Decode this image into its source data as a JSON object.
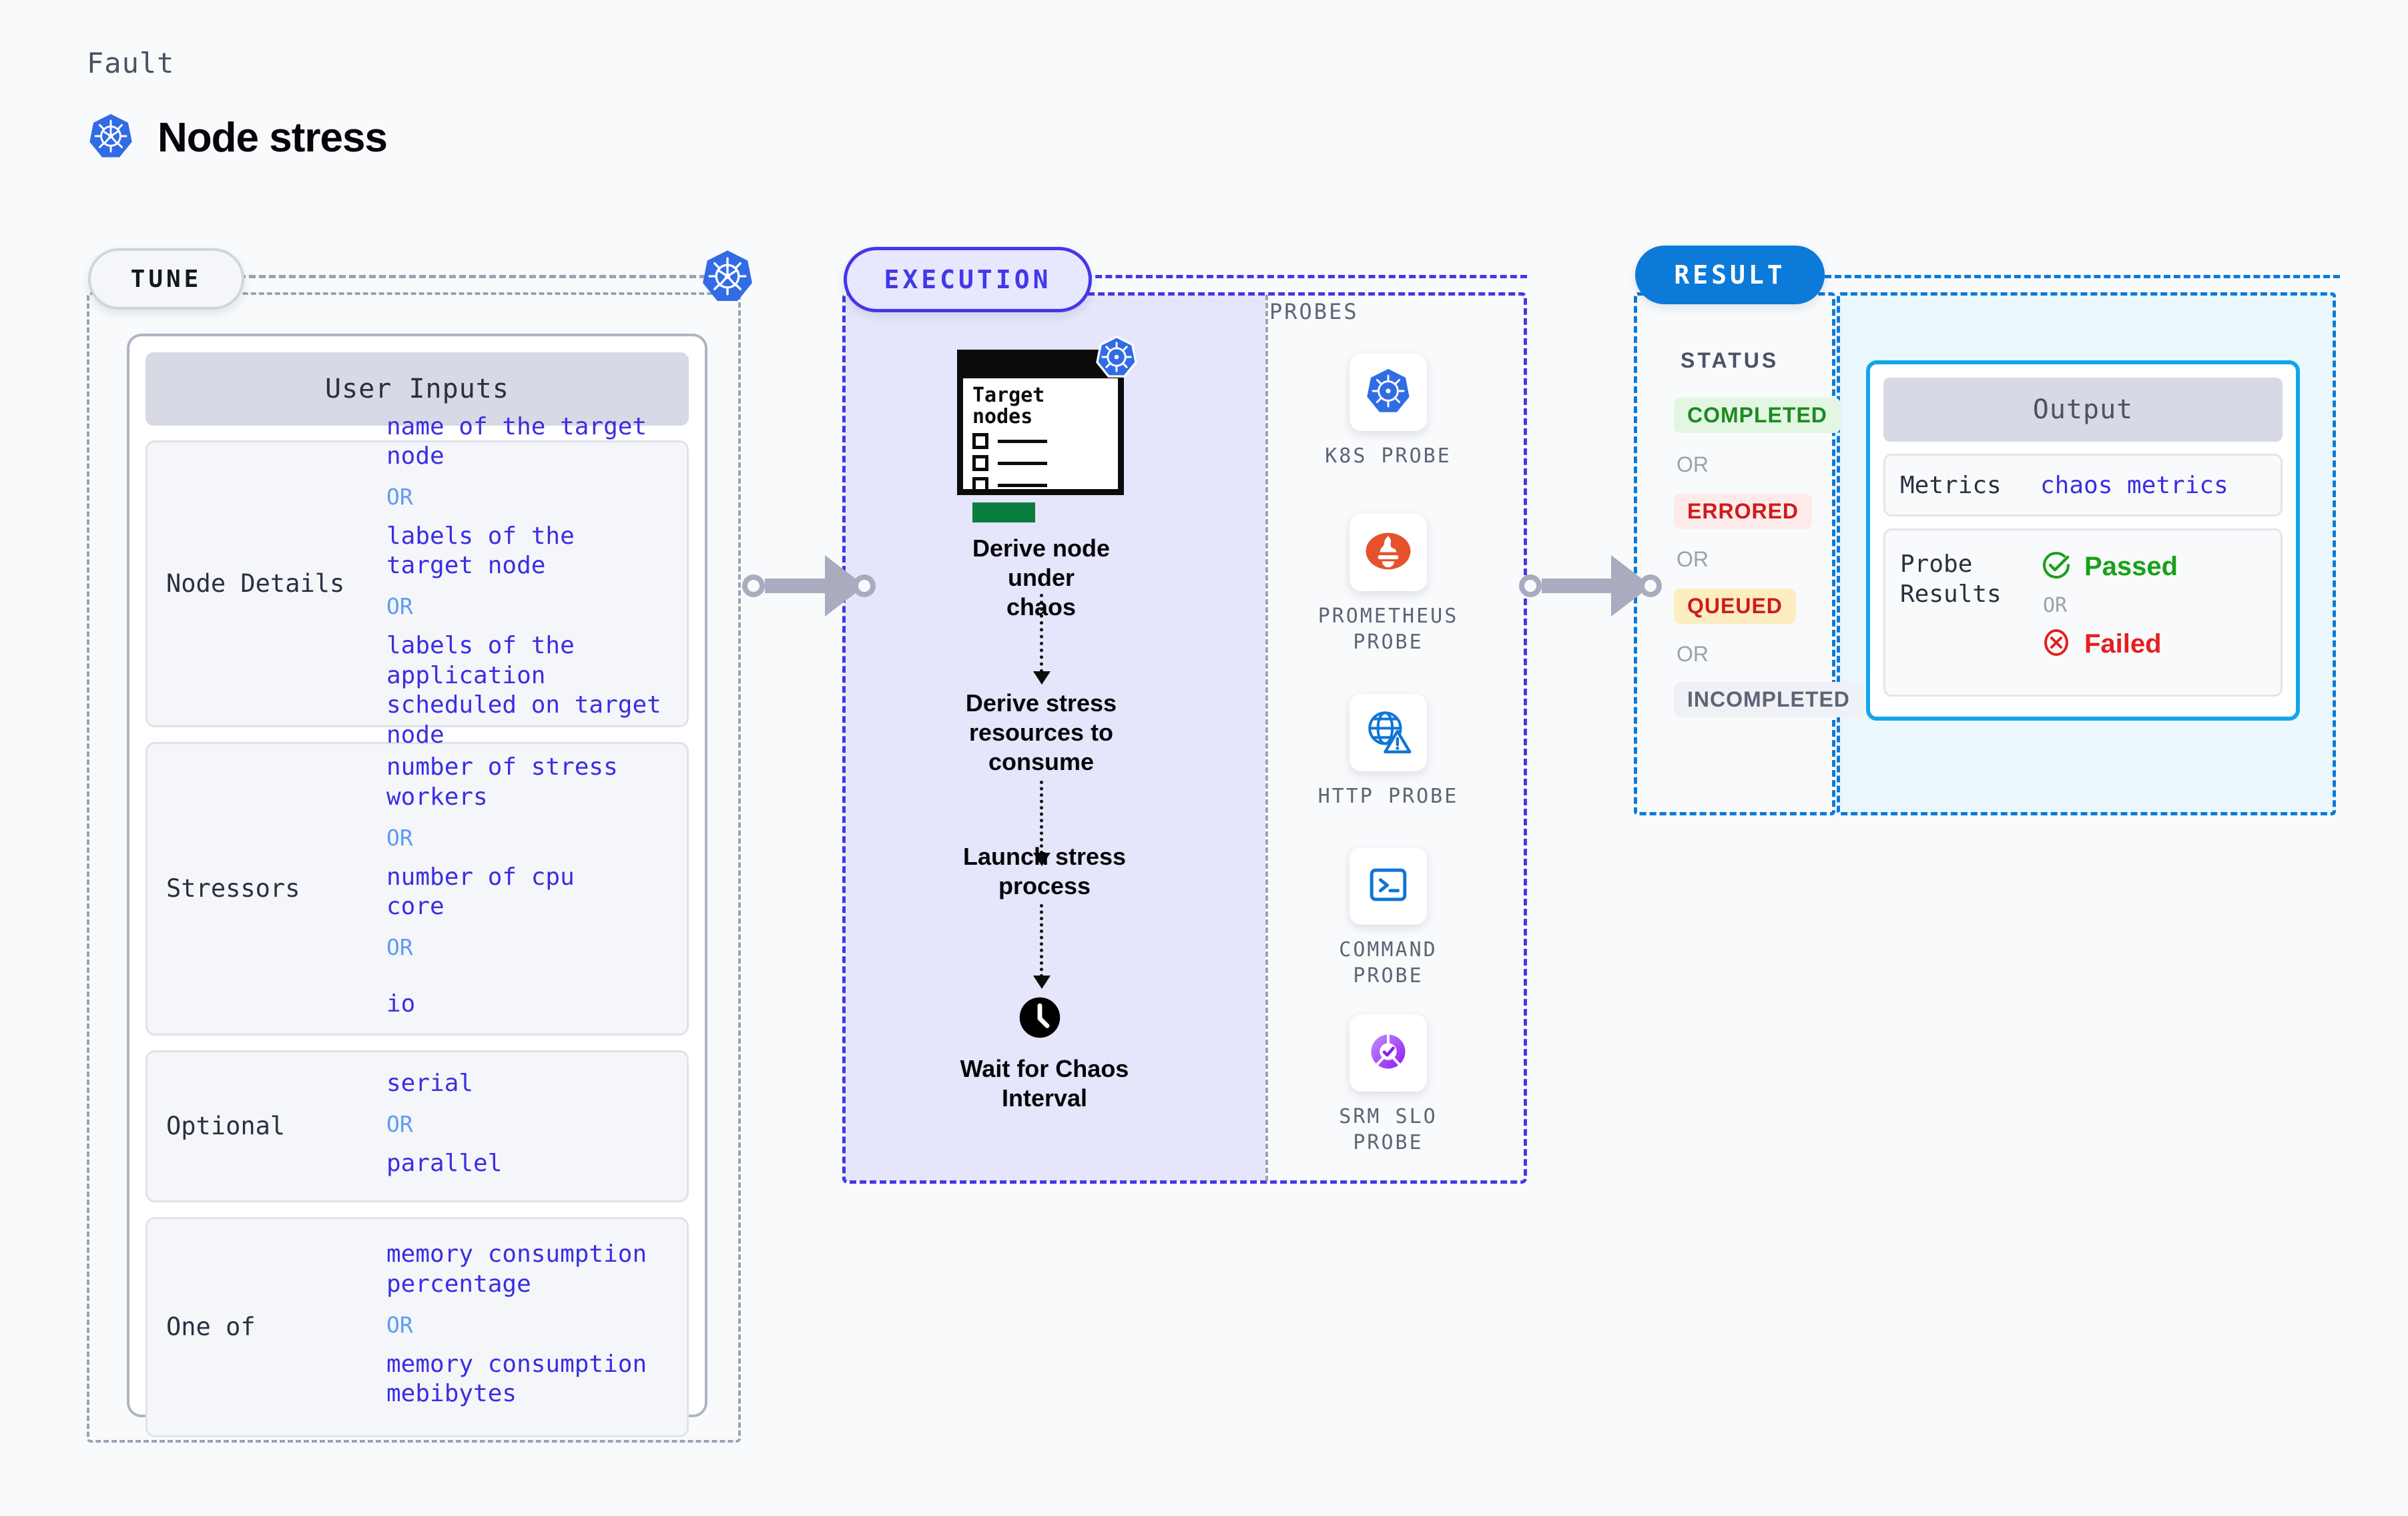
{
  "header": {
    "eyebrow": "Fault",
    "title": "Node stress",
    "icon": "kubernetes-icon"
  },
  "tune": {
    "pill_label": "TUNE",
    "badge_icon": "kubernetes-icon",
    "card_title": "User Inputs",
    "rows": [
      {
        "key": "Node Details",
        "values": [
          "name of the target\nnode",
          "labels of the\ntarget node",
          "labels of the application\n scheduled on target node"
        ],
        "separator": "OR"
      },
      {
        "key": "Stressors",
        "values": [
          "number of stress\nworkers",
          "number of cpu\ncore",
          "io"
        ],
        "separator": "OR"
      },
      {
        "key": "Optional",
        "values": [
          "serial",
          "parallel"
        ],
        "separator": "OR"
      },
      {
        "key": "One of",
        "values": [
          "memory consumption\npercentage",
          "memory consumption\nmebibytes"
        ],
        "separator": "OR"
      }
    ]
  },
  "execution": {
    "pill_label": "EXECUTION",
    "card": {
      "title": "Target\nnodes",
      "badge_icon": "kubernetes-icon",
      "checkbox_count": 3
    },
    "steps": [
      "Derive node under\nchaos",
      "Derive stress\nresources to\nconsume",
      "Launch stress\nprocess",
      "Wait for Chaos\nInterval"
    ],
    "wait_icon": "clock-icon",
    "probes_label": "PROBES",
    "probes": [
      {
        "name": "K8S PROBE",
        "icon": "kubernetes-icon"
      },
      {
        "name": "PROMETHEUS\nPROBE",
        "icon": "prometheus-icon"
      },
      {
        "name": "HTTP PROBE",
        "icon": "globe-warning-icon"
      },
      {
        "name": "COMMAND\nPROBE",
        "icon": "terminal-icon"
      },
      {
        "name": "SRM SLO\nPROBE",
        "icon": "slo-donut-check-icon"
      }
    ]
  },
  "result": {
    "pill_label": "RESULT",
    "status_label": "STATUS",
    "separator": "OR",
    "statuses": [
      {
        "label": "COMPLETED",
        "bg": "#e2f6e2",
        "fg": "#1d8a21"
      },
      {
        "label": "ERRORED",
        "bg": "#fdeaea",
        "fg": "#cf1b1b"
      },
      {
        "label": "QUEUED",
        "bg": "#fdeec2",
        "fg": "#cf1b1b"
      },
      {
        "label": "INCOMPLETED",
        "bg": "#eff1f6",
        "fg": "#5d6475"
      }
    ],
    "output": {
      "title": "Output",
      "metrics_key": "Metrics",
      "metrics_value": "chaos metrics",
      "probe_results_key": "Probe\nResults",
      "passed_label": "Passed",
      "failed_label": "Failed",
      "separator": "OR",
      "passed_icon": "check-circle-icon",
      "failed_icon": "x-circle-icon"
    }
  },
  "colors": {
    "tune_border": "#9aa3b2",
    "execution_accent": "#4338e8",
    "result_accent": "#0c7ad9",
    "output_border": "#12a6e8",
    "value_text": "#3a2fe0",
    "or_text": "#5f9bf2",
    "page_bg": "#f8fafc"
  }
}
